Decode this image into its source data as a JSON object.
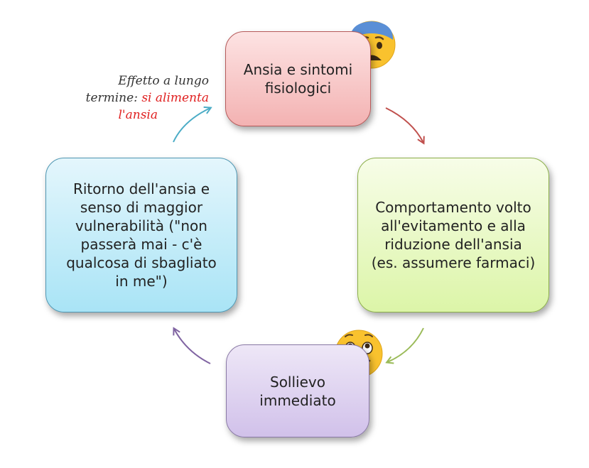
{
  "nodes": {
    "top": {
      "line1": "Ansia e sintomi",
      "line2": "fisiologici"
    },
    "right": {
      "line1": "Comportamento volto",
      "line2": "all'evitamento e alla",
      "line3": "riduzione dell'ansia",
      "line4": "(es. assumere farmaci)"
    },
    "bottom": {
      "line1": "Sollievo",
      "line2": "immediato"
    },
    "left": {
      "line1": "Ritorno dell'ansia e",
      "line2": "senso di maggior",
      "line3": "vulnerabilità (\"non",
      "line4": "passerà mai - c'è",
      "line5": "qualcosa di sbagliato",
      "line6": "in me\")"
    }
  },
  "annotation": {
    "line1": "Effetto a lungo",
    "line2_prefix": "termine: ",
    "line2_highlight": "si alimenta",
    "line3_highlight": "l'ansia"
  },
  "emojis": {
    "top": "anxious-face-with-sweat",
    "bottom": "smiling-face-with-tear"
  },
  "colors": {
    "arrow_top_right": "#c0504d",
    "arrow_right_bottom": "#9bbb59",
    "arrow_bottom_left": "#8064a2",
    "arrow_left_top": "#4bacc6"
  }
}
